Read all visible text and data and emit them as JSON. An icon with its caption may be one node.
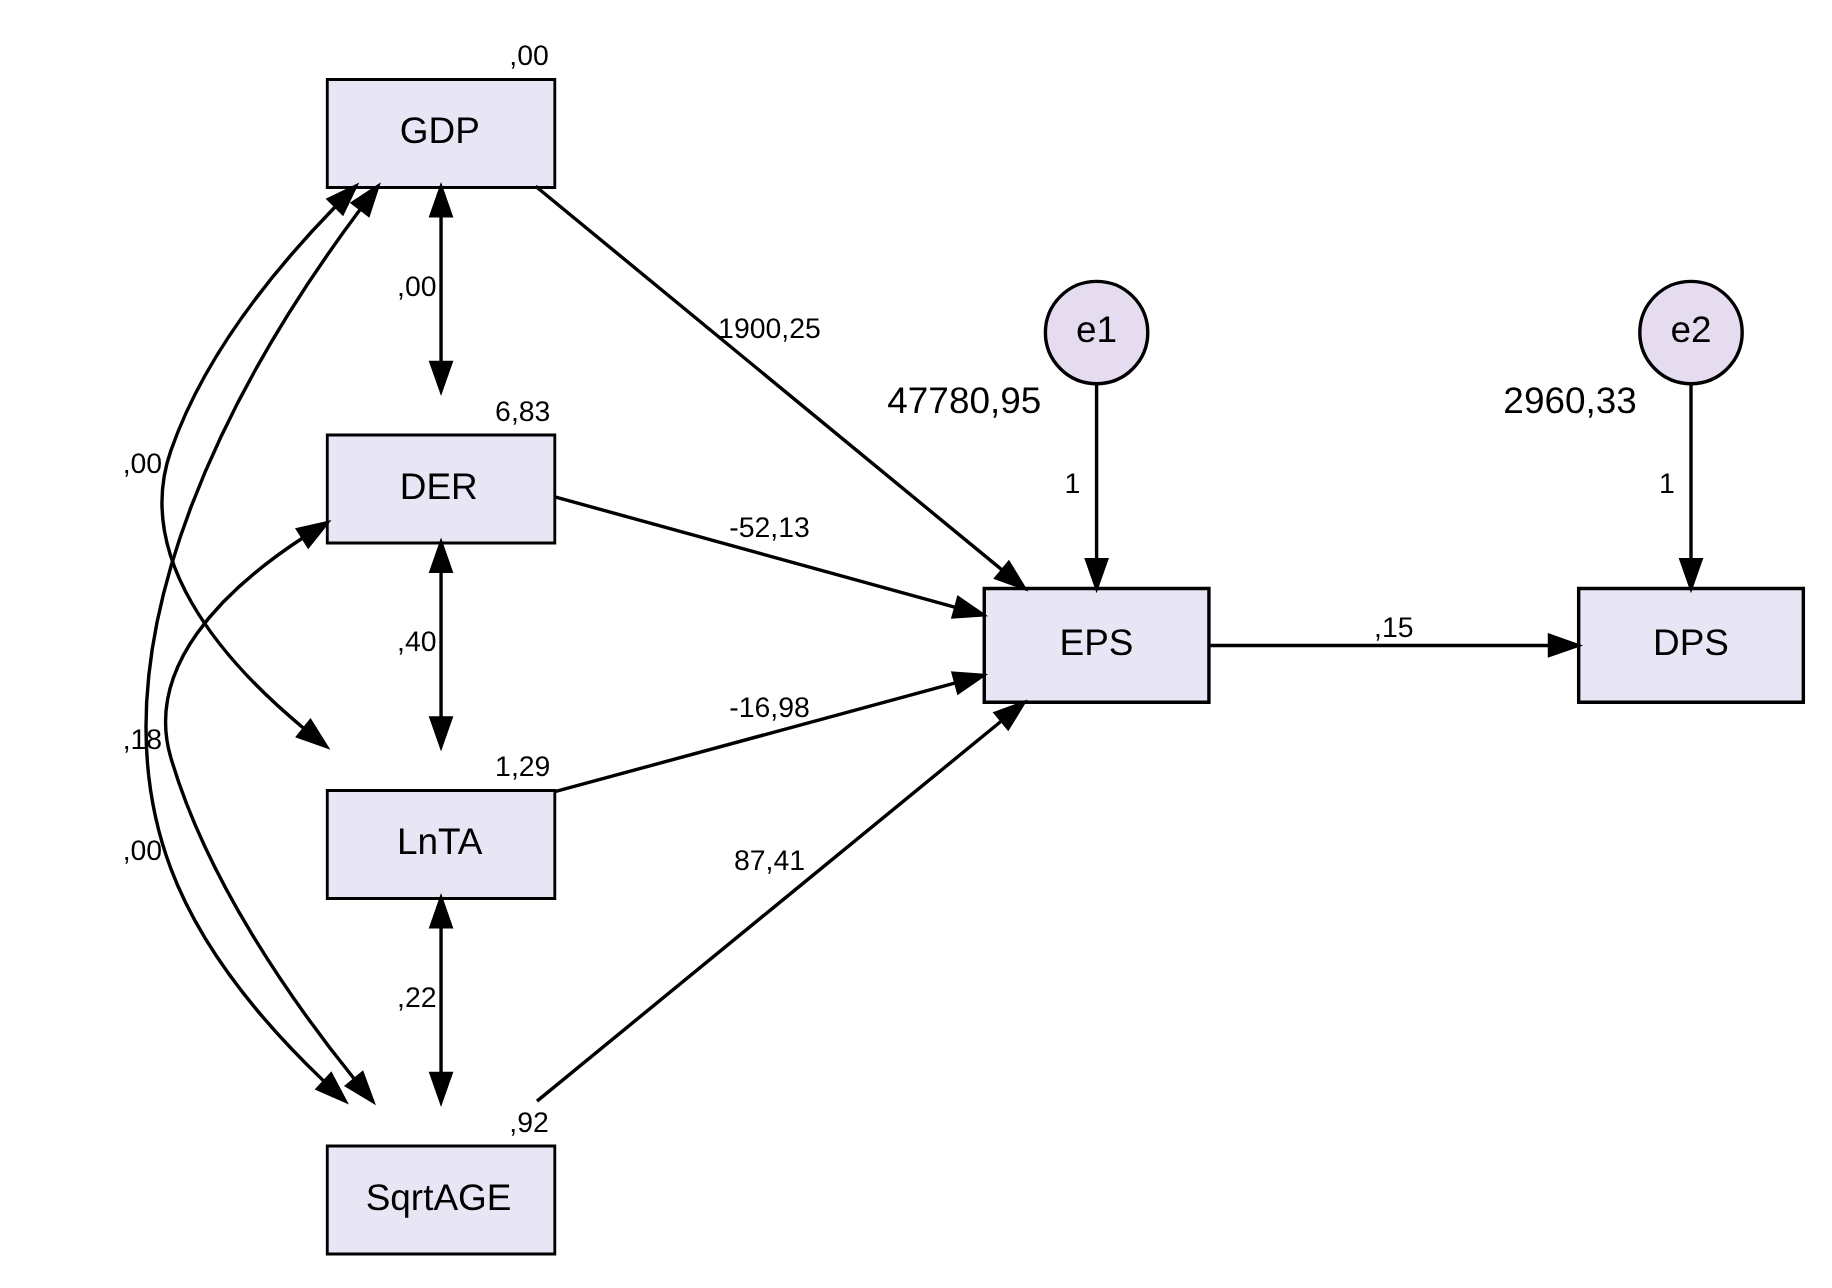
{
  "diagram": {
    "nodes": [
      {
        "text": [
          "GDP"
        ],
        "beside": [
          ",00"
        ]
      },
      {
        "text": [
          "DER"
        ],
        "beside": [
          "6,83"
        ]
      },
      {
        "text": [
          "LnTA"
        ],
        "beside": [
          "1,29"
        ]
      },
      {
        "text": [
          "SqrtAGE"
        ],
        "beside": [
          ",92"
        ]
      },
      {
        "text": [
          "EPS"
        ]
      },
      {
        "text": [
          "DPS"
        ]
      },
      {
        "text": [
          "e1"
        ],
        "beside": [
          "47780,95"
        ]
      },
      {
        "text": [
          "e2"
        ],
        "beside": [
          "2960,33"
        ]
      }
    ],
    "edges": [
      {
        "from": 0,
        "to": 4,
        "arrow": "to",
        "label": "1900,25"
      },
      {
        "from": 1,
        "to": 4,
        "arrow": "to",
        "label": "-52,13"
      },
      {
        "from": 2,
        "to": 4,
        "arrow": "to",
        "label": "-16,98"
      },
      {
        "from": 3,
        "to": 4,
        "arrow": "to",
        "label": "87,41"
      },
      {
        "from": 4,
        "to": 5,
        "arrow": "to",
        "label": ",15"
      },
      {
        "from": 6,
        "to": 4,
        "arrow": "to",
        "label": "1"
      },
      {
        "from": 7,
        "to": 5,
        "arrow": "to",
        "label": "1"
      },
      {
        "from": 0,
        "to": 1,
        "arrow": "both",
        "label": ",00"
      },
      {
        "from": 0,
        "to": 2,
        "arrow": "both",
        "label": ",00"
      },
      {
        "from": 0,
        "to": 3,
        "arrow": "both",
        "label": ",00"
      },
      {
        "from": 1,
        "to": 2,
        "arrow": "both",
        "label": ",40"
      },
      {
        "from": 1,
        "to": 3,
        "arrow": "both",
        "label": ",18"
      },
      {
        "from": 2,
        "to": 3,
        "arrow": "both",
        "label": ",22"
      }
    ]
  }
}
